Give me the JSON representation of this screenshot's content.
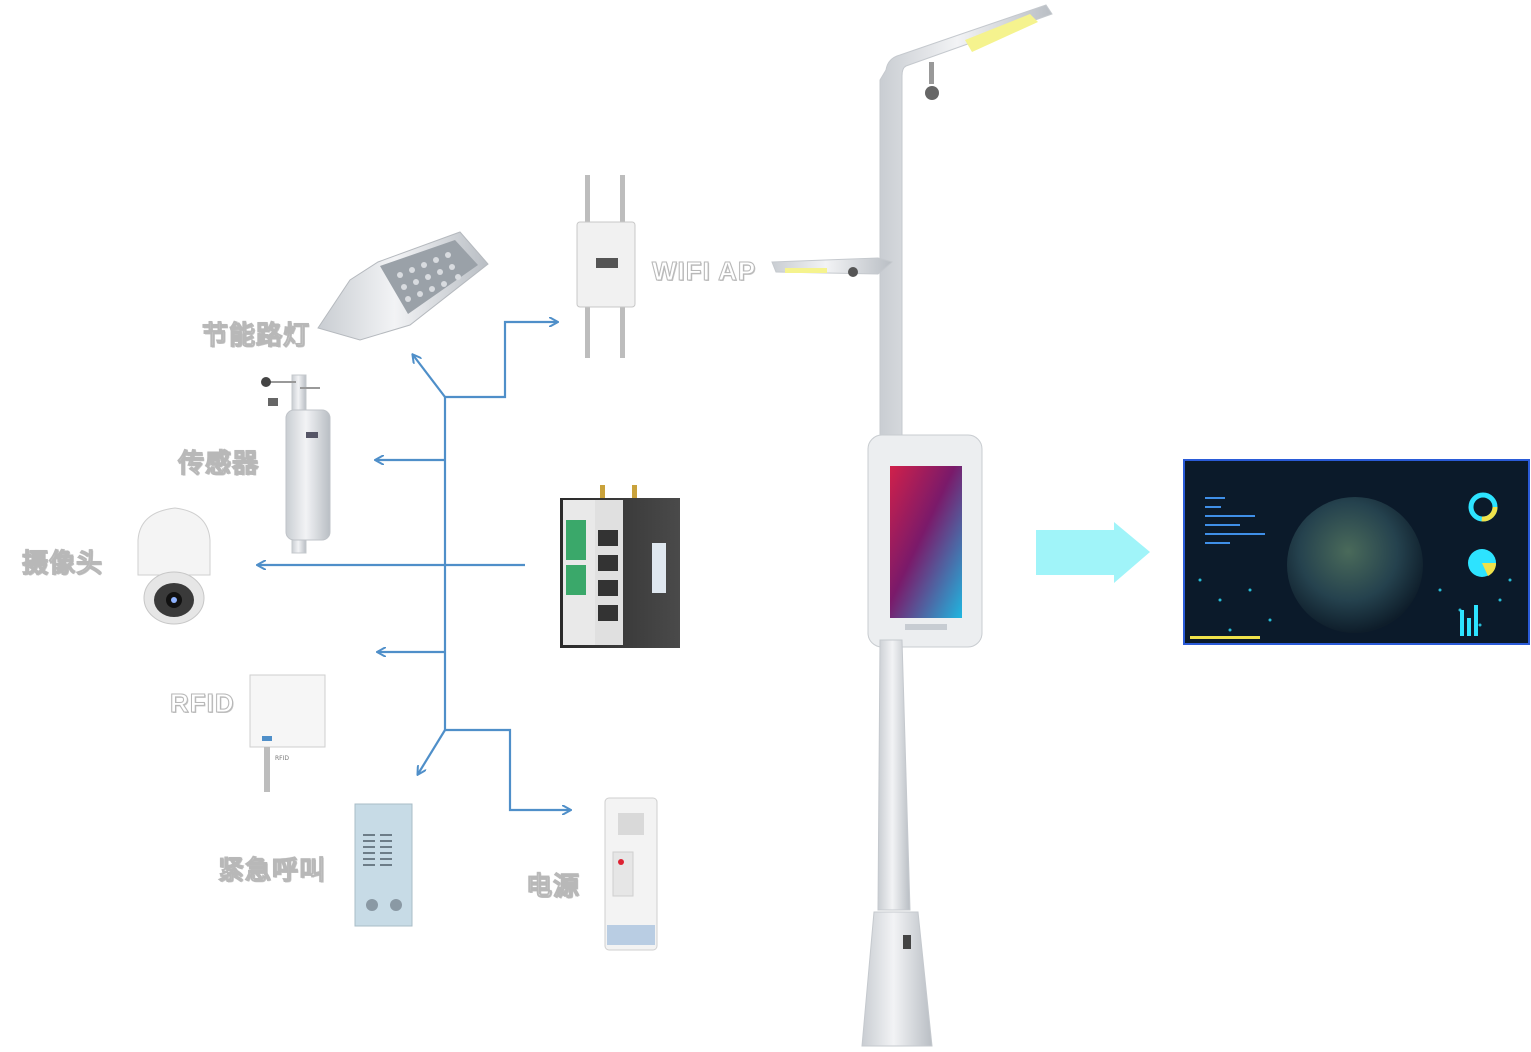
{
  "devices": {
    "street_light": "节能路灯",
    "sensor": "传感器",
    "camera": "摄像头",
    "rfid": "RFID",
    "emergency_call": "紧急呼叫",
    "power": "电源",
    "wifi_ap": "WIFI AP"
  },
  "colors": {
    "connector": "#4f8fc9",
    "big_arrow": "#8ff2f8",
    "dashboard_bg": "#0b1a2a",
    "dashboard_border": "#2a5bd8",
    "pole": "#e4e6e9"
  },
  "icons": [
    "street-light-icon",
    "sensor-icon",
    "camera-icon",
    "rfid-icon",
    "emergency-call-icon",
    "power-box-icon",
    "wifi-ap-icon",
    "gateway-icon",
    "smart-pole-icon",
    "dashboard-icon"
  ]
}
